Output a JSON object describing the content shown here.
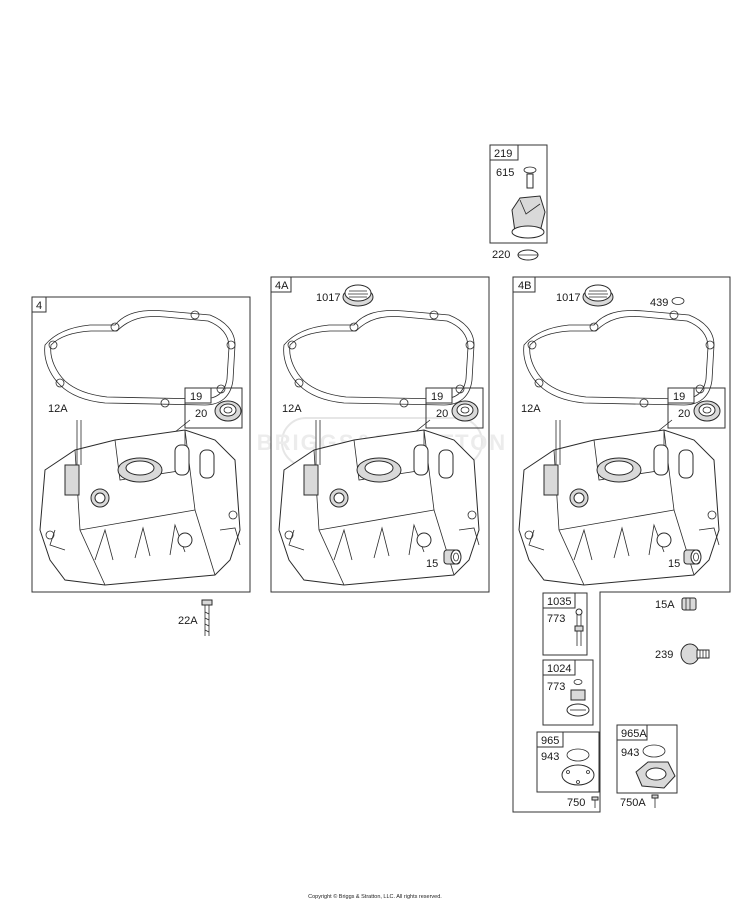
{
  "panels": {
    "p4": {
      "tag": "4",
      "gasket": "12A",
      "seal_box": "19",
      "seal": "20"
    },
    "p4a": {
      "tag": "4A",
      "plug": "1017",
      "gasket": "12A",
      "seal_box": "19",
      "seal": "20",
      "fitting": "15"
    },
    "p4b": {
      "tag": "4B",
      "plug": "1017",
      "oring": "439",
      "gasket": "12A",
      "seal_box": "19",
      "seal": "20",
      "fitting": "15"
    }
  },
  "governor": {
    "box": "219",
    "clip": "615",
    "washer": "220"
  },
  "bolt": "22A",
  "extras": {
    "fitting": "15A",
    "switch": "239"
  },
  "kits": {
    "k1035": {
      "box": "1035",
      "part": "773"
    },
    "k1024": {
      "box": "1024",
      "part": "773"
    },
    "k965": {
      "box": "965",
      "ring": "943",
      "screw": "750"
    },
    "k965a": {
      "box": "965A",
      "ring": "943",
      "screw": "750A"
    }
  },
  "watermark": "BRIGGS&STRATTON",
  "copyright": "Copyright © Briggs & Stratton, LLC. All rights reserved."
}
